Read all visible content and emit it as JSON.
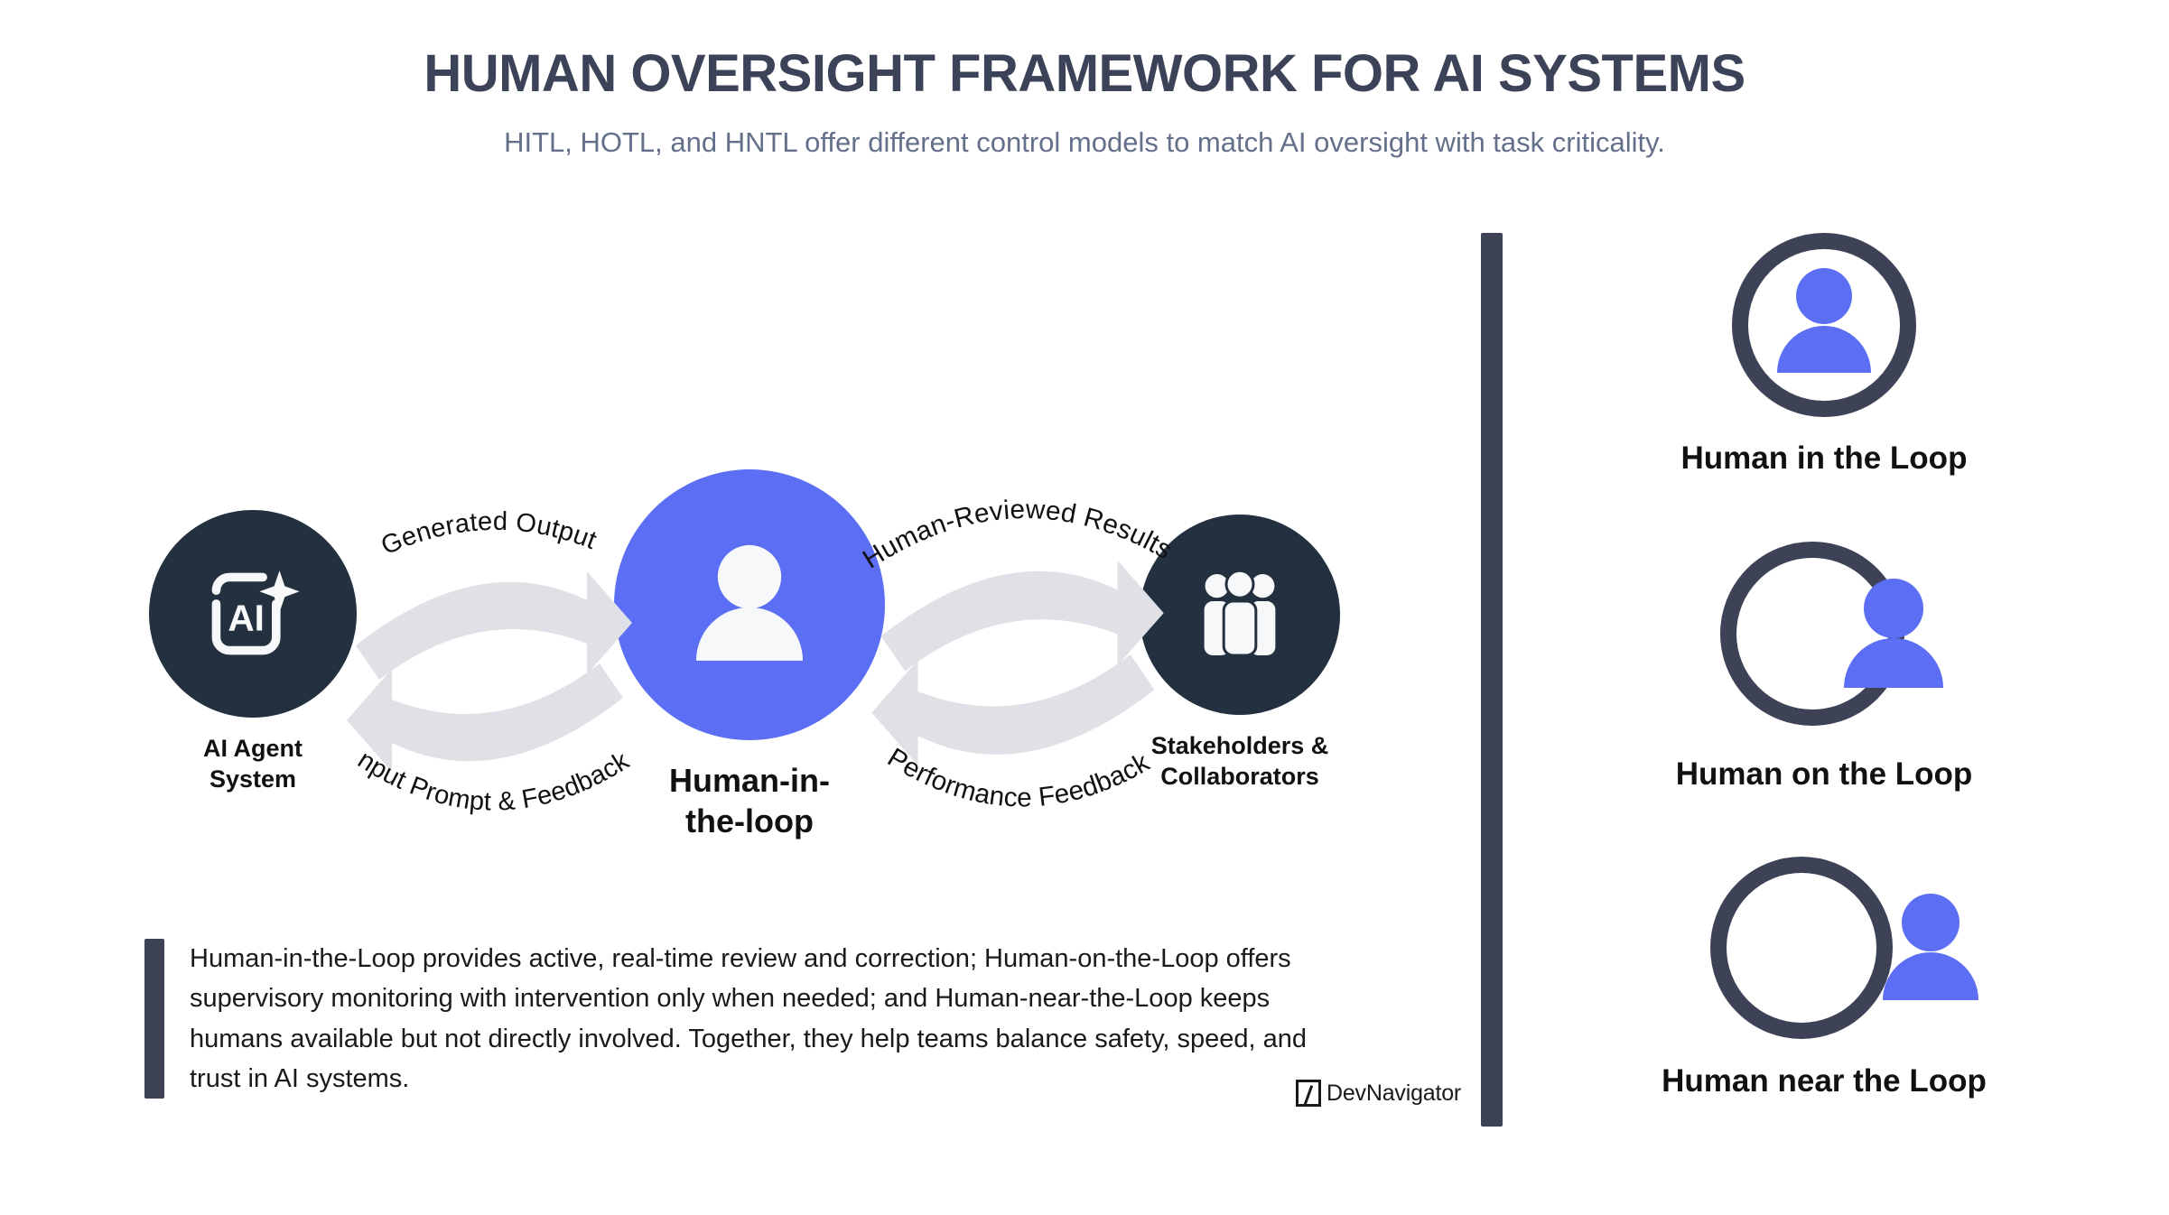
{
  "header": {
    "title": "HUMAN OVERSIGHT FRAMEWORK FOR AI SYSTEMS",
    "subtitle": "HITL, HOTL, and HNTL offer different control models to match AI oversight with task criticality."
  },
  "diagram": {
    "nodes": [
      {
        "id": "ai-agent-system",
        "label": "AI Agent\nSystem",
        "icon": "ai-sparkle-icon",
        "circle_color": "#22303f"
      },
      {
        "id": "human-in-the-loop",
        "label": "Human-in-\nthe-loop",
        "icon": "person-icon",
        "circle_color": "#5c6ef4"
      },
      {
        "id": "stakeholders-collaborators",
        "label": "Stakeholders &\nCollaborators",
        "icon": "people-group-icon",
        "circle_color": "#22303f"
      }
    ],
    "arrows": [
      {
        "id": "generated-output",
        "label": "Generated Output",
        "direction": "right",
        "position": "top-left"
      },
      {
        "id": "input-prompt-feedback",
        "label": "Input Prompt & Feedback",
        "direction": "left",
        "position": "bottom-left"
      },
      {
        "id": "human-reviewed-results",
        "label": "Human-Reviewed Results",
        "direction": "right",
        "position": "top-right"
      },
      {
        "id": "performance-feedback",
        "label": "Performance Feedback",
        "direction": "left",
        "position": "bottom-right"
      }
    ],
    "arrow_color": "#dfe1e6"
  },
  "callout": {
    "text": "Human-in-the-Loop provides active, real-time review and correction; Human-on-the-Loop offers supervisory monitoring with intervention only when needed; and Human-near-the-Loop keeps humans available but not directly involved. Together, they help teams balance safety, speed, and trust in AI systems.",
    "bar_color": "#3e4257"
  },
  "brand": {
    "name": "DevNavigator",
    "mark": "slash-square-logo"
  },
  "legend": [
    {
      "id": "human-in-the-loop",
      "label": "Human in the Loop",
      "glyph": "person-inside-ring-icon"
    },
    {
      "id": "human-on-the-loop",
      "label": "Human on the Loop",
      "glyph": "person-on-ring-icon"
    },
    {
      "id": "human-near-the-loop",
      "label": "Human near the Loop",
      "glyph": "person-outside-ring-icon"
    }
  ],
  "colors": {
    "accent_blue": "#5c6ef4",
    "dark_navy": "#22303f",
    "slate": "#3e4257",
    "title": "#3c4257",
    "subtitle": "#64708a",
    "arrow_grey": "#dfe1e6"
  }
}
